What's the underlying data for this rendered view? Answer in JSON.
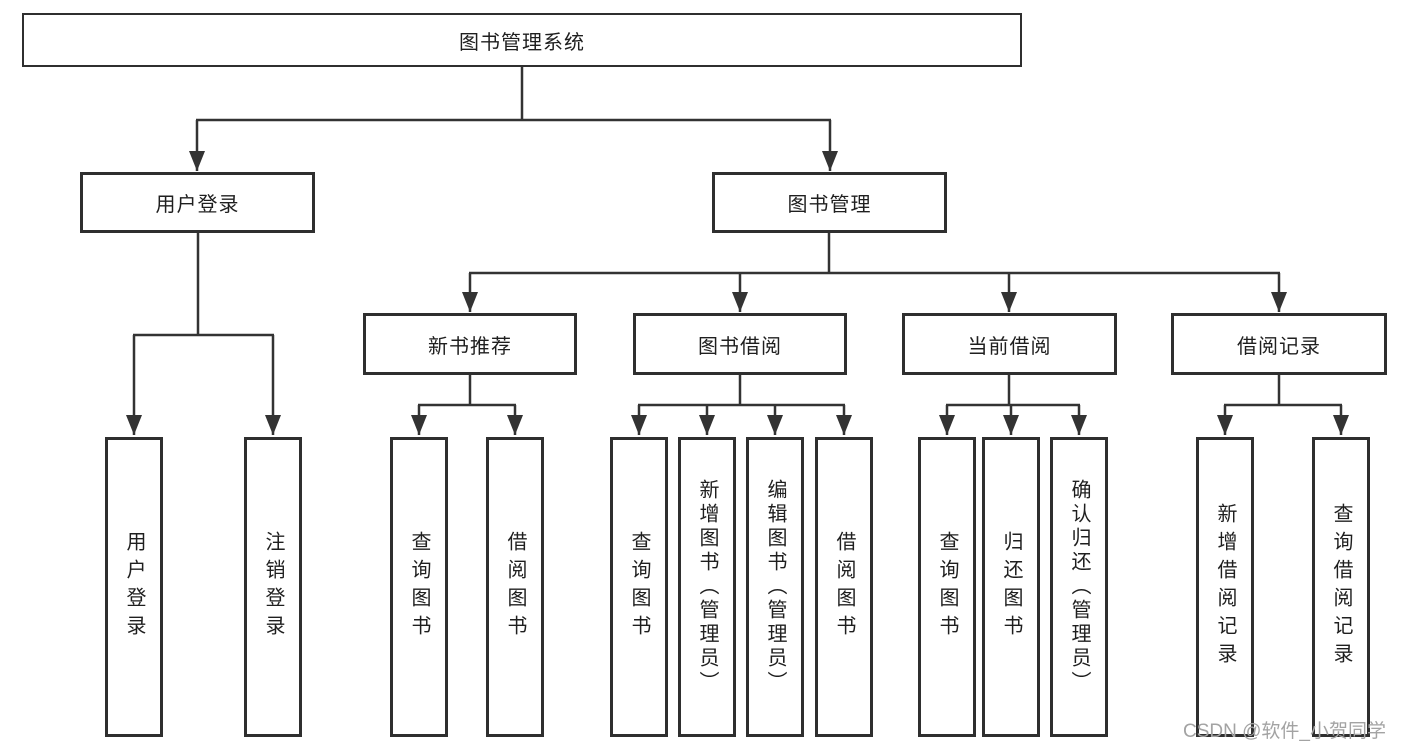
{
  "tree": {
    "root": {
      "label": "图书管理系统",
      "children": [
        {
          "label": "用户登录",
          "children": [
            {
              "label": "用户登录"
            },
            {
              "label": "注销登录"
            }
          ]
        },
        {
          "label": "图书管理",
          "children": [
            {
              "label": "新书推荐",
              "children": [
                {
                  "label": "查询图书"
                },
                {
                  "label": "借阅图书"
                }
              ]
            },
            {
              "label": "图书借阅",
              "children": [
                {
                  "label": "查询图书"
                },
                {
                  "label": "新增图书（管理员）"
                },
                {
                  "label": "编辑图书（管理员）"
                },
                {
                  "label": "借阅图书"
                }
              ]
            },
            {
              "label": "当前借阅",
              "children": [
                {
                  "label": "查询图书"
                },
                {
                  "label": "归还图书"
                },
                {
                  "label": "确认归还（管理员）"
                }
              ]
            },
            {
              "label": "借阅记录",
              "children": [
                {
                  "label": "新增借阅记录"
                },
                {
                  "label": "查询借阅记录"
                }
              ]
            }
          ]
        }
      ]
    }
  },
  "watermark": {
    "text": "CSDN @软件_小贺同学"
  },
  "colors": {
    "line": "#333333",
    "border": "#2f2f2f",
    "text": "#1f1f1f",
    "background": "#ffffff",
    "watermark": "#a3a3a3"
  }
}
